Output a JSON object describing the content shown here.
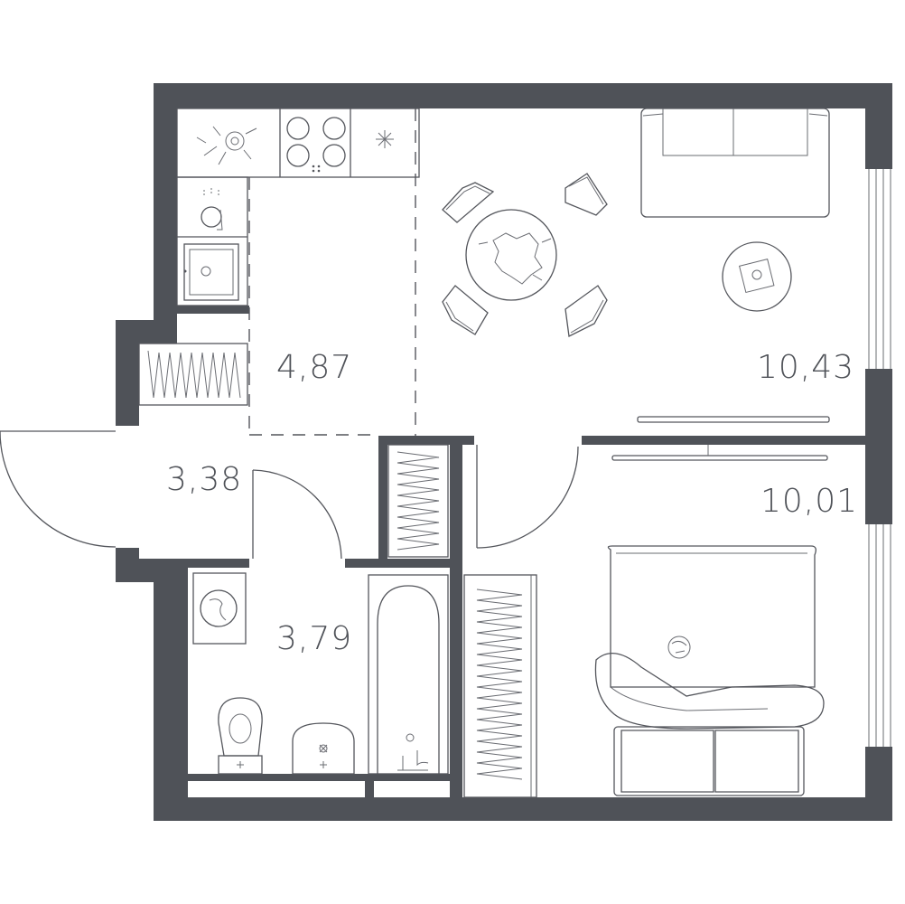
{
  "rooms": {
    "kitchen": {
      "area": "4,87"
    },
    "living": {
      "area": "10,43"
    },
    "hall": {
      "area": "3,38"
    },
    "bathroom": {
      "area": "3,79"
    },
    "bedroom": {
      "area": "10,01"
    }
  },
  "colors": {
    "wall": "#4f5258",
    "line": "#54565c",
    "background": "#ffffff"
  }
}
